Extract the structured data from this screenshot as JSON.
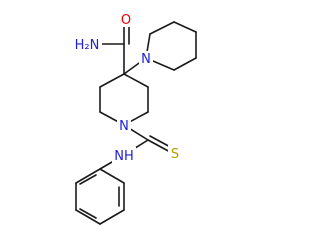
{
  "structure": {
    "atoms": [
      {
        "id": "O1",
        "label": "O",
        "color": "#e60000"
      },
      {
        "id": "N1",
        "label": "H₂N",
        "color": "#1f1fd6"
      },
      {
        "id": "N2",
        "label": "N",
        "color": "#1f1fd6"
      },
      {
        "id": "N3",
        "label": "N",
        "color": "#1f1fd6"
      },
      {
        "id": "N4",
        "label": "NH",
        "color": "#1f1fd6"
      },
      {
        "id": "S1",
        "label": "S",
        "color": "#b3a000"
      }
    ],
    "bond_color": "#1a1a1a"
  }
}
